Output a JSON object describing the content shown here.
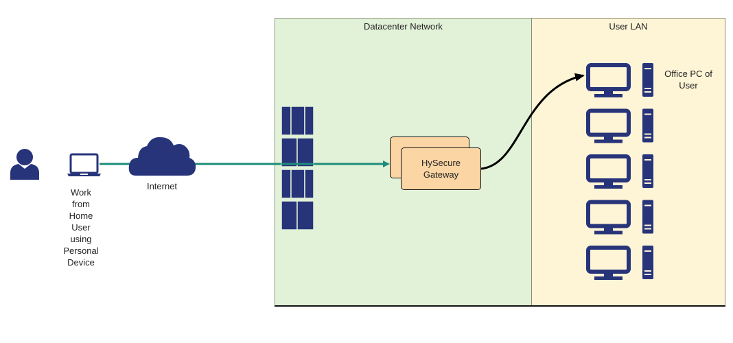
{
  "zones": {
    "datacenter": {
      "title": "Datacenter Network",
      "color": "#e2f2d8"
    },
    "user_lan": {
      "title": "User LAN",
      "color": "#fef4d6"
    }
  },
  "nodes": {
    "user": {
      "icon": "person-icon"
    },
    "laptop": {
      "icon": "laptop-icon",
      "label": "Work from Home User using Personal Device",
      "label_lines": [
        "Work",
        "from",
        "Home",
        "User",
        "using",
        "Personal",
        "Device"
      ]
    },
    "internet": {
      "icon": "cloud-icon",
      "label": "Internet"
    },
    "firewall": {
      "icon": "firewall-icon"
    },
    "gateway": {
      "label_lines": [
        "HySecure",
        "Gateway"
      ],
      "color": "#fcd5a4"
    },
    "office_pcs": {
      "icon": "desktop-pc-icon",
      "count": 5,
      "label_lines": [
        "Office PC of",
        "User"
      ]
    }
  },
  "edges": [
    {
      "from": "laptop",
      "to": "internet",
      "color": "#1e8c7a"
    },
    {
      "from": "internet",
      "to": "gateway",
      "color": "#1e8c7a",
      "arrow": true,
      "through": "firewall"
    },
    {
      "from": "gateway",
      "to": "office_pc_1",
      "color": "#000000",
      "arrow": true,
      "curved": true
    }
  ],
  "colors": {
    "icon": "#27347a",
    "link": "#1e8c7a"
  }
}
